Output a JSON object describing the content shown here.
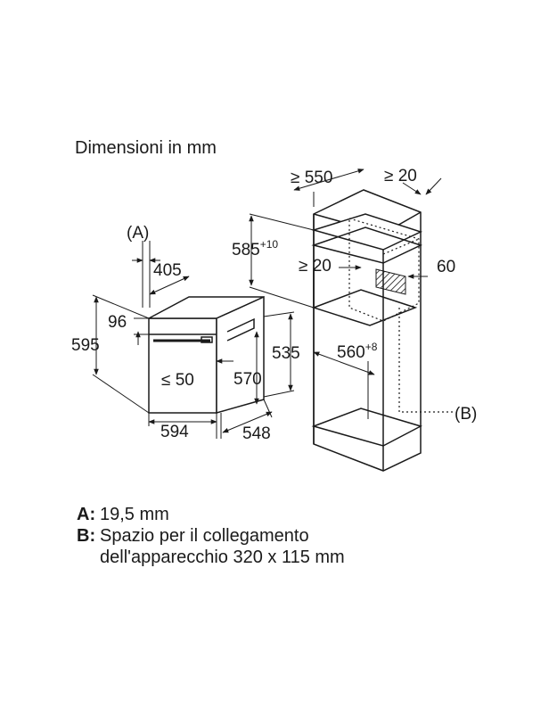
{
  "title": "Dimensioni in mm",
  "oven": {
    "label_a": "(A)",
    "depth": "405",
    "panel_height": "96",
    "height": "595",
    "handle_gap": "≤ 50",
    "inner_height": "570",
    "front_width": "594",
    "body_width": "548"
  },
  "cabinet": {
    "depth": "≥ 550",
    "back_gap": "≥ 20",
    "niche_height": "585",
    "niche_height_tol": "+10",
    "side_gap": "≥ 20",
    "vent": "60",
    "depth_535": "535",
    "niche_width": "560",
    "niche_width_tol": "+8",
    "label_b": "(B)"
  },
  "legend": {
    "a_key": "A:",
    "a_text": "19,5 mm",
    "b_key": "B:",
    "b_text": "Spazio per il collegamento",
    "b_text2": "dell'apparecchio 320 x 115 mm"
  }
}
